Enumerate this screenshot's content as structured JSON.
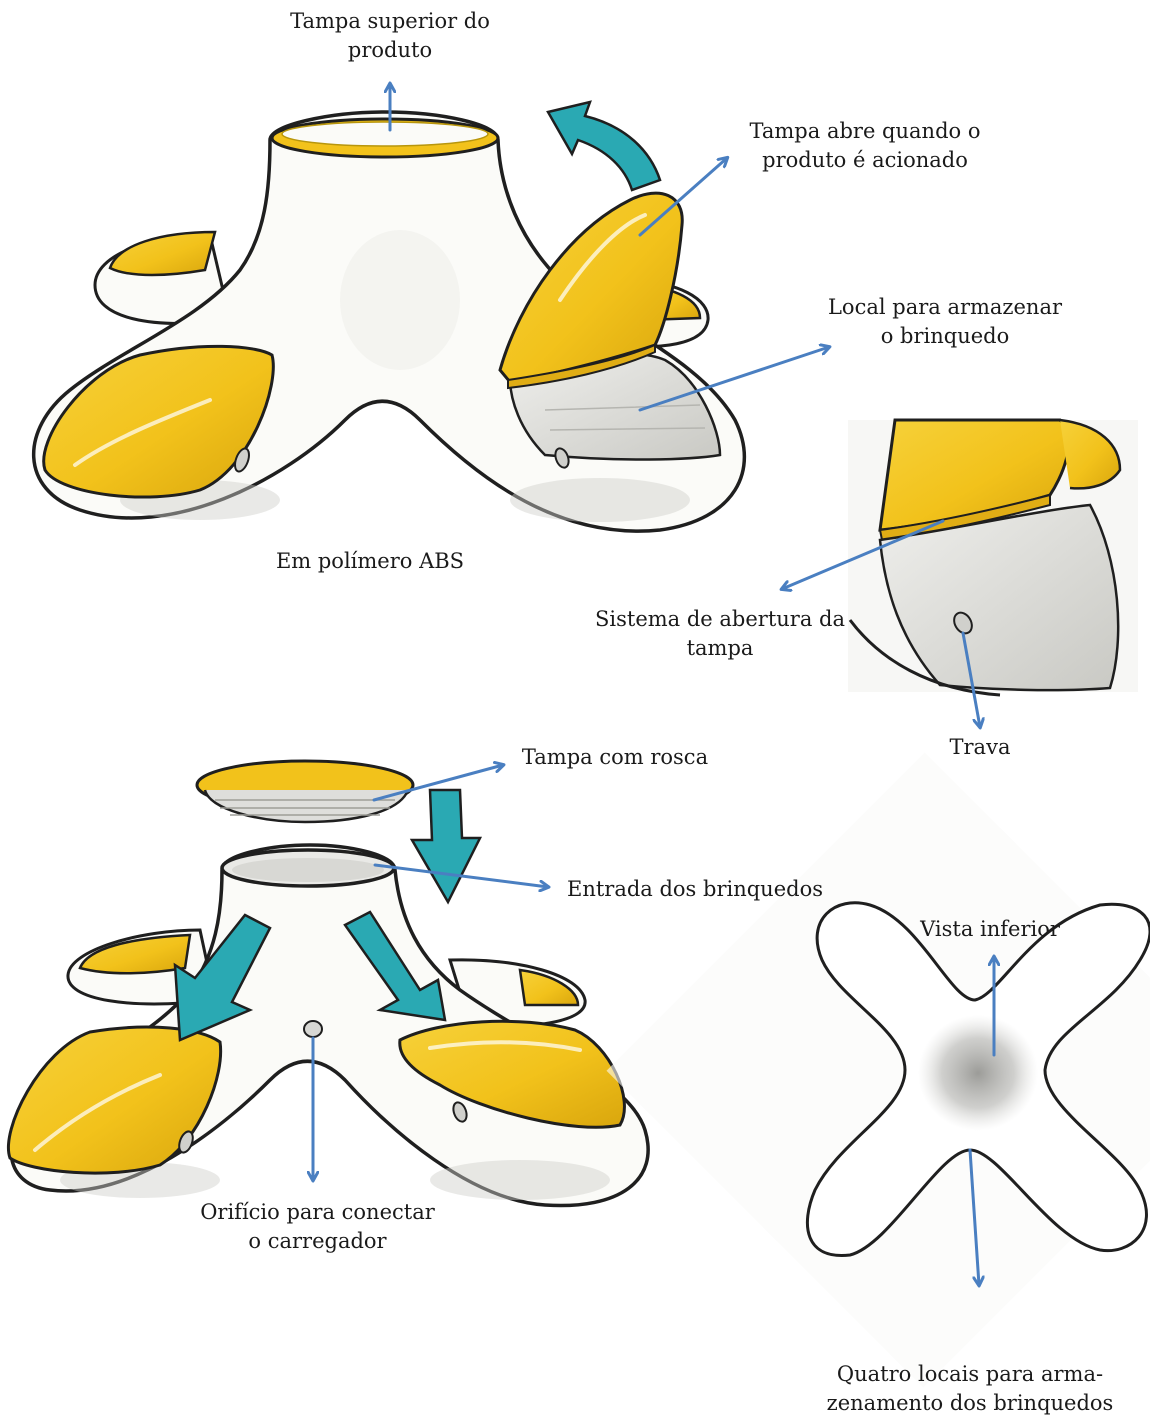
{
  "labels": {
    "top_cover": [
      "Tampa superior do",
      "produto"
    ],
    "lid_opens": [
      "Tampa abre quando o",
      "produto é acionado"
    ],
    "storage_place": [
      "Local para armazenar",
      "o brinquedo"
    ],
    "material": "Em polímero ABS",
    "opening_system": [
      "Sistema de abertura da",
      "tampa"
    ],
    "lock": "Trava",
    "threaded_cap": "Tampa com rosca",
    "toy_entrance": "Entrada dos brinquedos",
    "bottom_view": "Vista inferior",
    "charger_hole": [
      "Orifício para conectar",
      "o carregador"
    ],
    "four_storage": [
      "Quatro locais para arma-",
      "zenamento dos brinquedos"
    ]
  },
  "colors": {
    "yellow": "#f2c21b",
    "yellow_dark": "#c99a0c",
    "teal": "#2aa9b3",
    "arrow_blue": "#4a7fc1",
    "outline": "#1f1f1f",
    "body": "#fbfbf8",
    "shade": "#bdbdb8"
  }
}
